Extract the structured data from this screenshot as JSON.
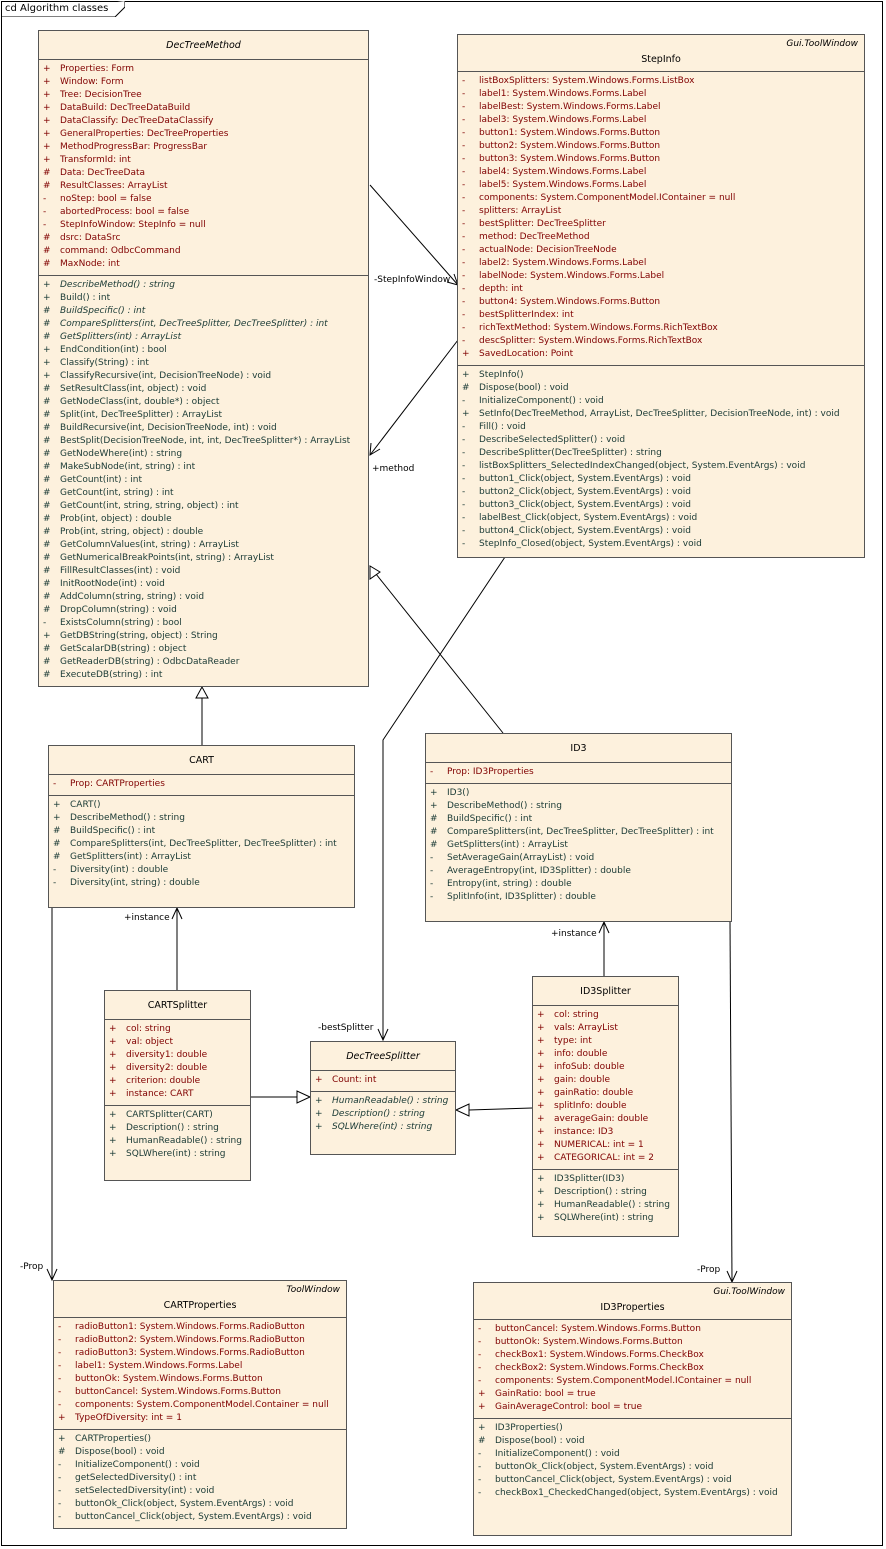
{
  "diagram_title": "cd Algorithm classes",
  "classes": [
    {
      "id": "dectreemethod",
      "stereo": "",
      "name": "DecTreeMethod",
      "abstract": true,
      "attributes": [
        {
          "v": "+",
          "t": "Properties:  Form"
        },
        {
          "v": "+",
          "t": "Window:  Form"
        },
        {
          "v": "+",
          "t": "Tree:  DecisionTree"
        },
        {
          "v": "+",
          "t": "DataBuild:  DecTreeDataBuild"
        },
        {
          "v": "+",
          "t": "DataClassify:  DecTreeDataClassify"
        },
        {
          "v": "+",
          "t": "GeneralProperties:  DecTreeProperties"
        },
        {
          "v": "+",
          "t": "MethodProgressBar:  ProgressBar"
        },
        {
          "v": "+",
          "t": "TransformId:  int"
        },
        {
          "v": "#",
          "t": "Data:  DecTreeData"
        },
        {
          "v": "#",
          "t": "ResultClasses:  ArrayList"
        },
        {
          "v": "-",
          "t": "noStep:  bool = false"
        },
        {
          "v": "-",
          "t": "abortedProcess:  bool = false"
        },
        {
          "v": "-",
          "t": "StepInfoWindow:  StepInfo = null"
        },
        {
          "v": "#",
          "t": "dsrc:  DataSrc"
        },
        {
          "v": "#",
          "t": "command:  OdbcCommand"
        },
        {
          "v": "#",
          "t": "MaxNode:  int"
        }
      ],
      "operations": [
        {
          "v": "+",
          "t": "DescribeMethod() : string",
          "i": true
        },
        {
          "v": "+",
          "t": "Build() : int"
        },
        {
          "v": "#",
          "t": "BuildSpecific() : int",
          "i": true
        },
        {
          "v": "#",
          "t": "CompareSplitters(int, DecTreeSplitter, DecTreeSplitter) : int",
          "i": true
        },
        {
          "v": "#",
          "t": "GetSplitters(int) : ArrayList",
          "i": true
        },
        {
          "v": "+",
          "t": "EndCondition(int) : bool"
        },
        {
          "v": "+",
          "t": "Classify(String) : int"
        },
        {
          "v": "+",
          "t": "ClassifyRecursive(int, DecisionTreeNode) : void"
        },
        {
          "v": "#",
          "t": "SetResultClass(int, object) : void"
        },
        {
          "v": "#",
          "t": "GetNodeClass(int, double*) : object"
        },
        {
          "v": "#",
          "t": "Split(int, DecTreeSplitter) : ArrayList"
        },
        {
          "v": "#",
          "t": "BuildRecursive(int, DecisionTreeNode, int) : void"
        },
        {
          "v": "#",
          "t": "BestSplit(DecisionTreeNode, int, int, DecTreeSplitter*) : ArrayList"
        },
        {
          "v": "#",
          "t": "GetNodeWhere(int) : string"
        },
        {
          "v": "#",
          "t": "MakeSubNode(int, string) : int"
        },
        {
          "v": "#",
          "t": "GetCount(int) : int"
        },
        {
          "v": "#",
          "t": "GetCount(int, string) : int"
        },
        {
          "v": "#",
          "t": "GetCount(int, string, string, object) : int"
        },
        {
          "v": "#",
          "t": "Prob(int, object) : double"
        },
        {
          "v": "#",
          "t": "Prob(int, string, object) : double"
        },
        {
          "v": "#",
          "t": "GetColumnValues(int, string) : ArrayList"
        },
        {
          "v": "#",
          "t": "GetNumericalBreakPoints(int, string) : ArrayList"
        },
        {
          "v": "#",
          "t": "FillResultClasses(int) : void"
        },
        {
          "v": "#",
          "t": "InitRootNode(int) : void"
        },
        {
          "v": "#",
          "t": "AddColumn(string, string) : void"
        },
        {
          "v": "#",
          "t": "DropColumn(string) : void"
        },
        {
          "v": "-",
          "t": "ExistsColumn(string) : bool"
        },
        {
          "v": "+",
          "t": "GetDBString(string, object) : String"
        },
        {
          "v": "#",
          "t": "GetScalarDB(string) : object"
        },
        {
          "v": "#",
          "t": "GetReaderDB(string) : OdbcDataReader"
        },
        {
          "v": "#",
          "t": "ExecuteDB(string) : int"
        }
      ]
    },
    {
      "id": "stepinfo",
      "stereo": "Gui.ToolWindow",
      "name": "StepInfo",
      "abstract": false,
      "attributes": [
        {
          "v": "-",
          "t": "listBoxSplitters:  System.Windows.Forms.ListBox"
        },
        {
          "v": "-",
          "t": "label1:  System.Windows.Forms.Label"
        },
        {
          "v": "-",
          "t": "labelBest:  System.Windows.Forms.Label"
        },
        {
          "v": "-",
          "t": "label3:  System.Windows.Forms.Label"
        },
        {
          "v": "-",
          "t": "button1:  System.Windows.Forms.Button"
        },
        {
          "v": "-",
          "t": "button2:  System.Windows.Forms.Button"
        },
        {
          "v": "-",
          "t": "button3:  System.Windows.Forms.Button"
        },
        {
          "v": "-",
          "t": "label4:  System.Windows.Forms.Label"
        },
        {
          "v": "-",
          "t": "label5:  System.Windows.Forms.Label"
        },
        {
          "v": "-",
          "t": "components:  System.ComponentModel.IContainer = null"
        },
        {
          "v": "-",
          "t": "splitters:  ArrayList"
        },
        {
          "v": "-",
          "t": "bestSplitter:  DecTreeSplitter"
        },
        {
          "v": "-",
          "t": "method:  DecTreeMethod"
        },
        {
          "v": "-",
          "t": "actualNode:  DecisionTreeNode"
        },
        {
          "v": "-",
          "t": "label2:  System.Windows.Forms.Label"
        },
        {
          "v": "-",
          "t": "labelNode:  System.Windows.Forms.Label"
        },
        {
          "v": "-",
          "t": "depth:  int"
        },
        {
          "v": "-",
          "t": "button4:  System.Windows.Forms.Button"
        },
        {
          "v": "-",
          "t": "bestSplitterIndex:  int"
        },
        {
          "v": "-",
          "t": "richTextMethod:  System.Windows.Forms.RichTextBox"
        },
        {
          "v": "-",
          "t": "descSplitter:  System.Windows.Forms.RichTextBox"
        },
        {
          "v": "+",
          "t": "SavedLocation:  Point"
        }
      ],
      "operations": [
        {
          "v": "+",
          "t": "StepInfo()"
        },
        {
          "v": "#",
          "t": "Dispose(bool) : void"
        },
        {
          "v": "-",
          "t": "InitializeComponent() : void"
        },
        {
          "v": "+",
          "t": "SetInfo(DecTreeMethod, ArrayList, DecTreeSplitter, DecisionTreeNode, int) : void"
        },
        {
          "v": "-",
          "t": "Fill() : void"
        },
        {
          "v": "-",
          "t": "DescribeSelectedSplitter() : void"
        },
        {
          "v": "-",
          "t": "DescribeSplitter(DecTreeSplitter) : string"
        },
        {
          "v": "-",
          "t": "listBoxSplitters_SelectedIndexChanged(object, System.EventArgs) : void"
        },
        {
          "v": "-",
          "t": "button1_Click(object, System.EventArgs) : void"
        },
        {
          "v": "-",
          "t": "button2_Click(object, System.EventArgs) : void"
        },
        {
          "v": "-",
          "t": "button3_Click(object, System.EventArgs) : void"
        },
        {
          "v": "-",
          "t": "labelBest_Click(object, System.EventArgs) : void"
        },
        {
          "v": "-",
          "t": "button4_Click(object, System.EventArgs) : void"
        },
        {
          "v": "-",
          "t": "StepInfo_Closed(object, System.EventArgs) : void"
        }
      ]
    },
    {
      "id": "cart",
      "stereo": "",
      "name": "CART",
      "abstract": false,
      "attributes": [
        {
          "v": "-",
          "t": "Prop:  CARTProperties"
        }
      ],
      "operations": [
        {
          "v": "+",
          "t": "CART()"
        },
        {
          "v": "+",
          "t": "DescribeMethod() : string"
        },
        {
          "v": "#",
          "t": "BuildSpecific() : int"
        },
        {
          "v": "#",
          "t": "CompareSplitters(int, DecTreeSplitter, DecTreeSplitter) : int"
        },
        {
          "v": "#",
          "t": "GetSplitters(int) : ArrayList"
        },
        {
          "v": "-",
          "t": "Diversity(int) : double"
        },
        {
          "v": "-",
          "t": "Diversity(int, string) : double"
        }
      ]
    },
    {
      "id": "id3",
      "stereo": "",
      "name": "ID3",
      "abstract": false,
      "attributes": [
        {
          "v": "-",
          "t": "Prop:  ID3Properties"
        }
      ],
      "operations": [
        {
          "v": "+",
          "t": "ID3()"
        },
        {
          "v": "+",
          "t": "DescribeMethod() : string"
        },
        {
          "v": "#",
          "t": "BuildSpecific() : int"
        },
        {
          "v": "#",
          "t": "CompareSplitters(int, DecTreeSplitter, DecTreeSplitter) : int"
        },
        {
          "v": "#",
          "t": "GetSplitters(int) : ArrayList"
        },
        {
          "v": "-",
          "t": "SetAverageGain(ArrayList) : void"
        },
        {
          "v": "-",
          "t": "AverageEntropy(int, ID3Splitter) : double"
        },
        {
          "v": "-",
          "t": "Entropy(int, string) : double"
        },
        {
          "v": "-",
          "t": "SplitInfo(int, ID3Splitter) : double"
        }
      ]
    },
    {
      "id": "cartsplitter",
      "stereo": "",
      "name": "CARTSplitter",
      "abstract": false,
      "attributes": [
        {
          "v": "+",
          "t": "col:  string"
        },
        {
          "v": "+",
          "t": "val:  object"
        },
        {
          "v": "+",
          "t": "diversity1:  double"
        },
        {
          "v": "+",
          "t": "diversity2:  double"
        },
        {
          "v": "+",
          "t": "criterion:  double"
        },
        {
          "v": "+",
          "t": "instance:  CART"
        }
      ],
      "operations": [
        {
          "v": "+",
          "t": "CARTSplitter(CART)"
        },
        {
          "v": "+",
          "t": "Description() : string"
        },
        {
          "v": "+",
          "t": "HumanReadable() : string"
        },
        {
          "v": "+",
          "t": "SQLWhere(int) : string"
        }
      ]
    },
    {
      "id": "dectreesplitter",
      "stereo": "",
      "name": "DecTreeSplitter",
      "abstract": true,
      "attributes": [
        {
          "v": "+",
          "t": "Count:  int"
        }
      ],
      "operations": [
        {
          "v": "+",
          "t": "HumanReadable() : string",
          "i": true
        },
        {
          "v": "+",
          "t": "Description() : string",
          "i": true
        },
        {
          "v": "+",
          "t": "SQLWhere(int) : string",
          "i": true
        }
      ]
    },
    {
      "id": "id3splitter",
      "stereo": "",
      "name": "ID3Splitter",
      "abstract": false,
      "attributes": [
        {
          "v": "+",
          "t": "col:  string"
        },
        {
          "v": "+",
          "t": "vals:  ArrayList"
        },
        {
          "v": "+",
          "t": "type:  int"
        },
        {
          "v": "+",
          "t": "info:  double"
        },
        {
          "v": "+",
          "t": "infoSub:  double"
        },
        {
          "v": "+",
          "t": "gain:  double"
        },
        {
          "v": "+",
          "t": "gainRatio:  double"
        },
        {
          "v": "+",
          "t": "splitInfo:  double"
        },
        {
          "v": "+",
          "t": "averageGain:  double"
        },
        {
          "v": "+",
          "t": "instance:  ID3"
        },
        {
          "v": "+",
          "t": "NUMERICAL:  int = 1"
        },
        {
          "v": "+",
          "t": "CATEGORICAL:  int = 2"
        }
      ],
      "operations": [
        {
          "v": "+",
          "t": "ID3Splitter(ID3)"
        },
        {
          "v": "+",
          "t": "Description() : string"
        },
        {
          "v": "+",
          "t": "HumanReadable() : string"
        },
        {
          "v": "+",
          "t": "SQLWhere(int) : string"
        }
      ]
    },
    {
      "id": "cartproperties",
      "stereo": "ToolWindow",
      "name": "CARTProperties",
      "abstract": false,
      "attributes": [
        {
          "v": "-",
          "t": "radioButton1:  System.Windows.Forms.RadioButton"
        },
        {
          "v": "-",
          "t": "radioButton2:  System.Windows.Forms.RadioButton"
        },
        {
          "v": "-",
          "t": "radioButton3:  System.Windows.Forms.RadioButton"
        },
        {
          "v": "-",
          "t": "label1:  System.Windows.Forms.Label"
        },
        {
          "v": "-",
          "t": "buttonOk:  System.Windows.Forms.Button"
        },
        {
          "v": "-",
          "t": "buttonCancel:  System.Windows.Forms.Button"
        },
        {
          "v": "-",
          "t": "components:  System.ComponentModel.Container = null"
        },
        {
          "v": "+",
          "t": "TypeOfDiversity:  int = 1"
        }
      ],
      "operations": [
        {
          "v": "+",
          "t": "CARTProperties()"
        },
        {
          "v": "#",
          "t": "Dispose(bool) : void"
        },
        {
          "v": "-",
          "t": "InitializeComponent() : void"
        },
        {
          "v": "-",
          "t": "getSelectedDiversity() : int"
        },
        {
          "v": "-",
          "t": "setSelectedDiversity(int) : void"
        },
        {
          "v": "-",
          "t": "buttonOk_Click(object, System.EventArgs) : void"
        },
        {
          "v": "-",
          "t": "buttonCancel_Click(object, System.EventArgs) : void"
        }
      ]
    },
    {
      "id": "id3properties",
      "stereo": "Gui.ToolWindow",
      "name": "ID3Properties",
      "abstract": false,
      "attributes": [
        {
          "v": "-",
          "t": "buttonCancel:  System.Windows.Forms.Button"
        },
        {
          "v": "-",
          "t": "buttonOk:  System.Windows.Forms.Button"
        },
        {
          "v": "-",
          "t": "checkBox1:  System.Windows.Forms.CheckBox"
        },
        {
          "v": "-",
          "t": "checkBox2:  System.Windows.Forms.CheckBox"
        },
        {
          "v": "-",
          "t": "components:  System.ComponentModel.IContainer = null"
        },
        {
          "v": "+",
          "t": "GainRatio:  bool = true"
        },
        {
          "v": "+",
          "t": "GainAverageControl:  bool = true"
        }
      ],
      "operations": [
        {
          "v": "+",
          "t": "ID3Properties()"
        },
        {
          "v": "#",
          "t": "Dispose(bool) : void"
        },
        {
          "v": "-",
          "t": "InitializeComponent() : void"
        },
        {
          "v": "-",
          "t": "buttonOk_Click(object, System.EventArgs) : void"
        },
        {
          "v": "-",
          "t": "buttonCancel_Click(object, System.EventArgs) : void"
        },
        {
          "v": "-",
          "t": "checkBox1_CheckedChanged(object, System.EventArgs) : void"
        }
      ]
    }
  ],
  "relation_labels": {
    "stepinfo_window": "-StepInfoWindow",
    "method": "+method",
    "best_splitter": "-bestSplitter",
    "cart_instance": "+instance",
    "id3_instance": "+instance",
    "cart_prop": "-Prop",
    "id3_prop": "-Prop"
  }
}
